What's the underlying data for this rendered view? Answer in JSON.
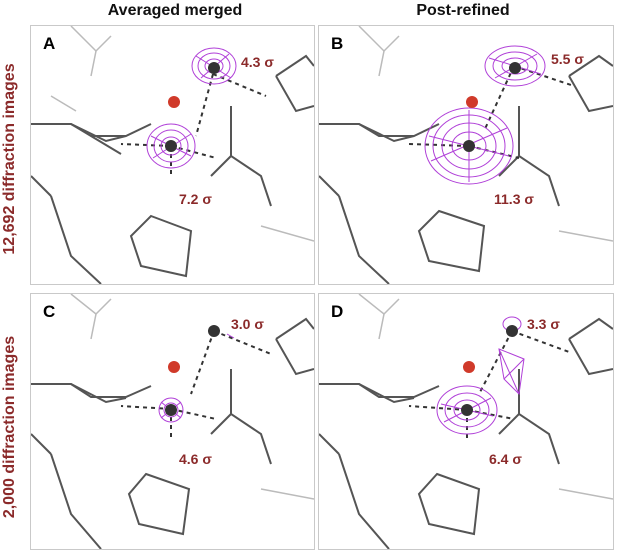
{
  "columns": [
    "Averaged merged",
    "Post-refined"
  ],
  "rows": [
    "12,692 diffraction images",
    "2,000 diffraction images"
  ],
  "panels": [
    {
      "letter": "A",
      "sigma_top": "4.3 σ",
      "sigma_bottom": "7.2 σ"
    },
    {
      "letter": "B",
      "sigma_top": "5.5 σ",
      "sigma_bottom": "11.3 σ"
    },
    {
      "letter": "C",
      "sigma_top": "3.0 σ",
      "sigma_bottom": "4.6 σ"
    },
    {
      "letter": "D",
      "sigma_top": "3.3 σ",
      "sigma_bottom": "6.4 σ"
    }
  ],
  "colors": {
    "mesh": "#b040d8",
    "label": "#8b2a2a",
    "stick": "#555555",
    "water": "#d03a2a",
    "atom": "#333333"
  }
}
